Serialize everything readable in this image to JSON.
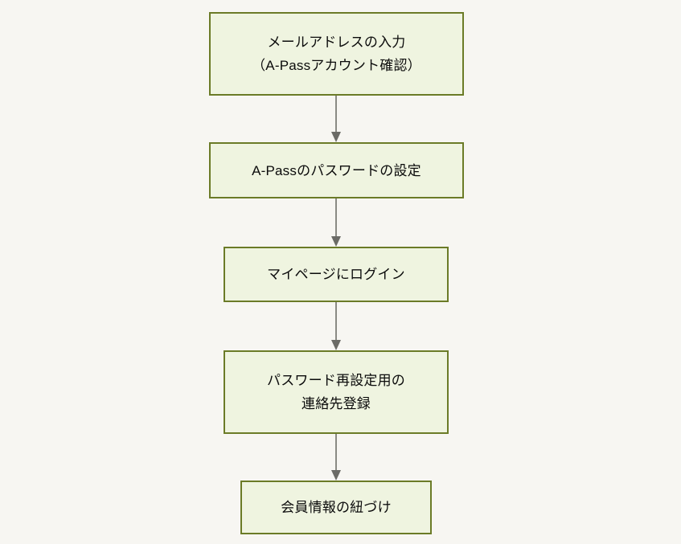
{
  "diagram": {
    "type": "flowchart",
    "direction": "top-to-bottom",
    "background_color": "#f7f6f2",
    "node_fill_color": "#eff4e0",
    "node_border_color": "#6b7b27",
    "edge_color": "#8a8a84",
    "text_color": "#0b0b0b",
    "nodes": [
      {
        "id": "n1",
        "label": "メールアドレスの入力\n（A-Passアカウント確認）"
      },
      {
        "id": "n2",
        "label": "A-Passのパスワードの設定"
      },
      {
        "id": "n3",
        "label": "マイページにログイン"
      },
      {
        "id": "n4",
        "label": "パスワード再設定用の\n連絡先登録"
      },
      {
        "id": "n5",
        "label": "会員情報の紐づけ"
      }
    ],
    "edges": [
      {
        "from": "n1",
        "to": "n2",
        "arrow": "down"
      },
      {
        "from": "n2",
        "to": "n3",
        "arrow": "down"
      },
      {
        "from": "n3",
        "to": "n4",
        "arrow": "down"
      },
      {
        "from": "n4",
        "to": "n5",
        "arrow": "down"
      }
    ]
  }
}
